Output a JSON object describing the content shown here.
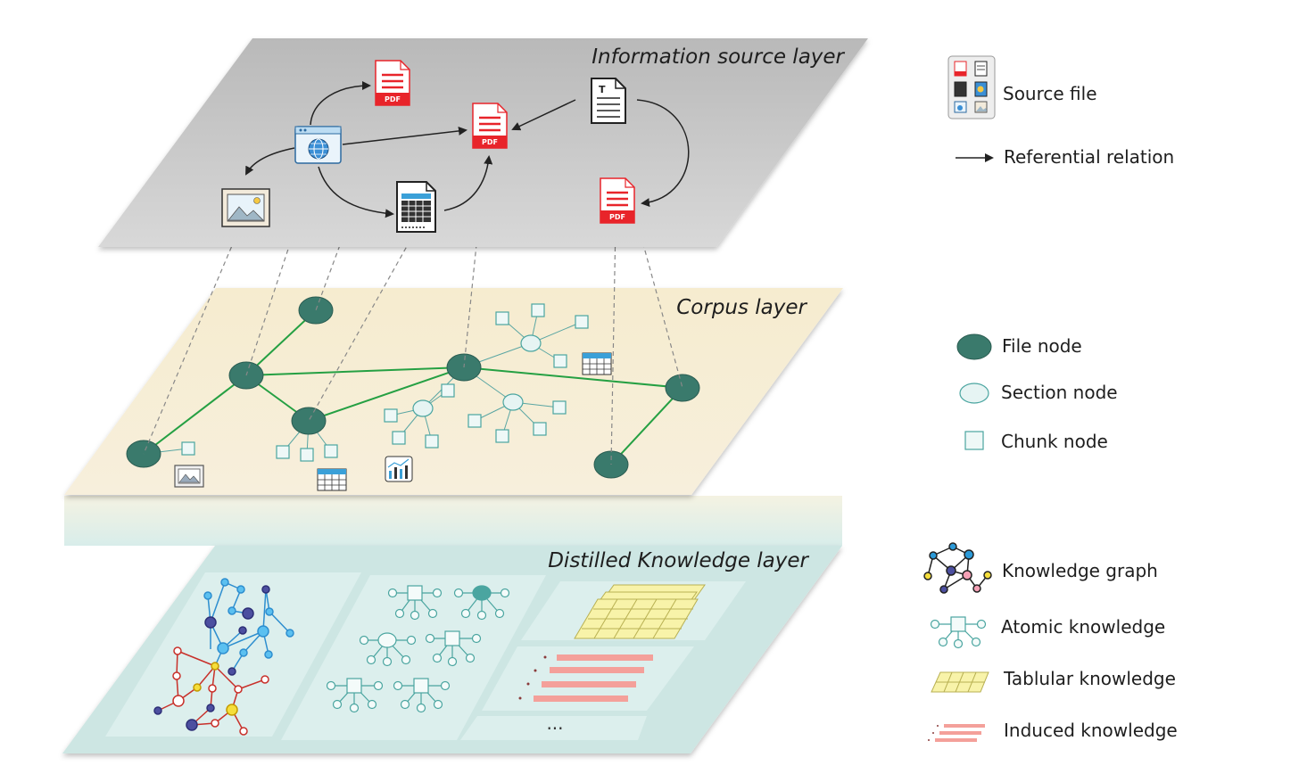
{
  "layers": {
    "source": "Information source layer",
    "corpus": "Corpus layer",
    "knowledge": "Distilled Knowledge layer"
  },
  "icons": {
    "pdf": "PDF"
  },
  "legend": {
    "source_file": "Source file",
    "referential_relation": "Referential relation",
    "file_node": "File node",
    "section_node": "Section node",
    "chunk_node": "Chunk node",
    "knowledge_graph": "Knowledge graph",
    "atomic_knowledge": "Atomic knowledge",
    "tablular_knowledge": "Tablular knowledge",
    "induced_knowledge": "Induced knowledge"
  },
  "induced": {
    "ellipsis": "..."
  },
  "colors": {
    "source_layer": "#c9c9c9",
    "corpus_layer": "#f7ecd2",
    "knowledge_layer": "#cde6e3",
    "file_node": "#3a7a6c",
    "section_node": "#e6f4f3",
    "chunk_edge": "#5aa6a3",
    "green_edge": "#25a043",
    "pdf_red": "#e8242a",
    "induced_pink": "#f4a09a",
    "table_yellow": "#f8f3a9"
  }
}
